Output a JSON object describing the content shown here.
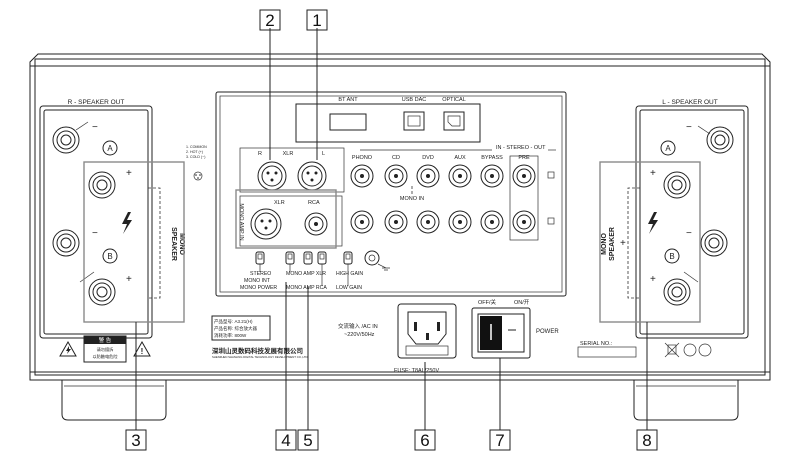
{
  "callouts": [
    "2",
    "1",
    "3",
    "4",
    "5",
    "6",
    "7",
    "8"
  ],
  "speaker_out": {
    "right_title": "R - SPEAKER OUT",
    "left_title": "L - SPEAKER OUT",
    "mono_speaker": "MONO\nSPEAKER",
    "minus": "−",
    "plus": "+",
    "label_a": "A",
    "label_b": "B"
  },
  "rca_panel": {
    "bt_ant": "BT ANT",
    "usb_dac": "USB DAC",
    "optical": "OPTICAL",
    "in_stereo_out": "IN - STEREO - OUT",
    "xlr": "XLR",
    "xlr_r": "R",
    "xlr_l": "L",
    "phono": "PHONO",
    "cd": "CD",
    "dvd": "DVD",
    "aux": "AUX",
    "bypass": "BYPASS",
    "pre": "PRE",
    "mono_in": "MONO IN",
    "mono_amp_in": "MONO AMP IN",
    "xlr2": "XLR",
    "rca": "RCA",
    "pin_legend": [
      "1. COMMON",
      "2. HOT (+)",
      "3. COLD (−)"
    ]
  },
  "switches": {
    "stereo": "STEREO",
    "mono_int": "MONO INT",
    "mono_power": "MONO POWER",
    "mono_amp_xlr": "MONO AMP XLR",
    "mono_amp_rca": "MONO AMP RCA",
    "high_gain": "HIGH GAIN",
    "low_gain": "LOW GAIN"
  },
  "power": {
    "ac_in_cn": "交流输入 /AC IN",
    "ac_voltage": "~220V/50Hz",
    "fuse": "FUSE: T8AL/250V",
    "off": "OFF/关",
    "on": "ON/开",
    "power_label": "POWER"
  },
  "plate": {
    "model": "产品型号: A3.21(H)",
    "name": "产品名称: 综合放大器",
    "consumption": "消耗功率: 800W",
    "company_cn": "深圳山灵数码科技发展有限公司",
    "company_en": "SHENZHEN SHANLING DIGITAL TECHNOLOGY DEVELOPMENT CO.,LTD",
    "warning_title": "警 告",
    "warning_l1": "请勿擅拆",
    "warning_l2": "以防触电危险"
  },
  "serial_no": "SERIAL NO.:"
}
